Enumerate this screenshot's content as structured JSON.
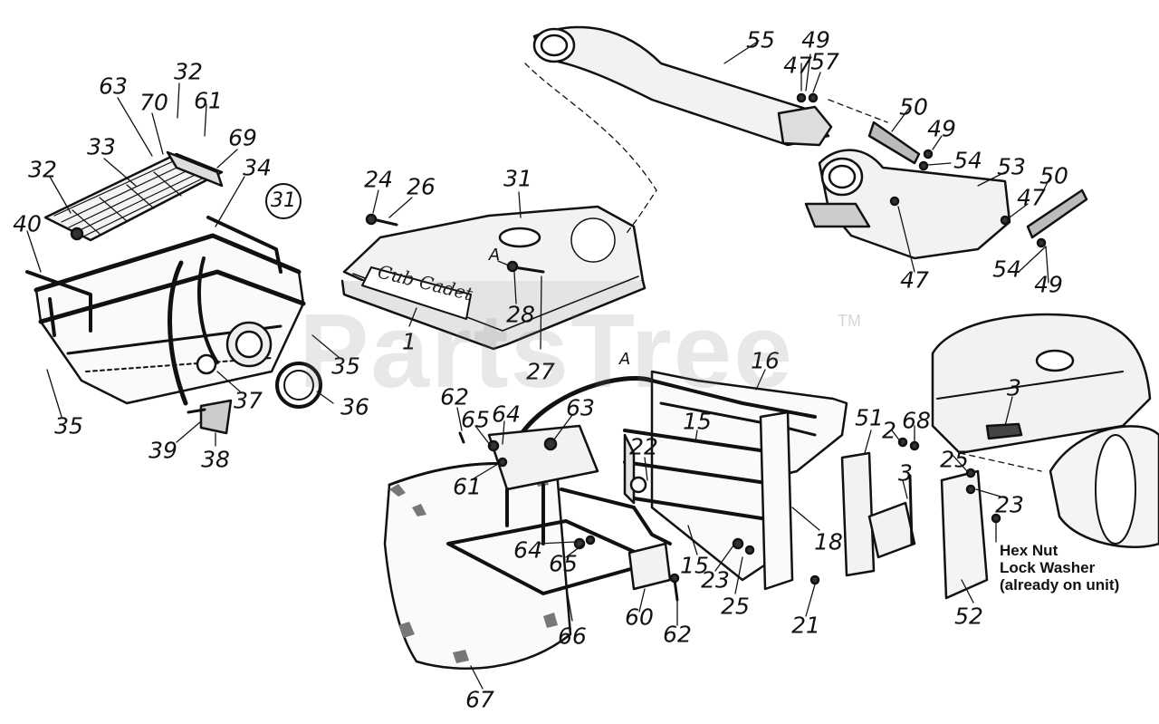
{
  "labels": {
    "l1": "1",
    "l2": "2",
    "l3a": "3",
    "l3b": "3",
    "l15a": "15",
    "l15b": "15",
    "l16": "16",
    "l18": "18",
    "l21": "21",
    "l22": "22",
    "l23a": "23",
    "l23b": "23",
    "l24": "24",
    "l25a": "25",
    "l25b": "25",
    "l26": "26",
    "l27": "27",
    "l28": "28",
    "l31": "31",
    "l31c": "31",
    "l32a": "32",
    "l32b": "32",
    "l33": "33",
    "l34": "34",
    "l35a": "35",
    "l35b": "35",
    "l36": "36",
    "l37": "37",
    "l38": "38",
    "l39": "39",
    "l40": "40",
    "l47a": "47",
    "l47b": "47",
    "l47c": "47",
    "l49a": "49",
    "l49b": "49",
    "l49c": "49",
    "l50a": "50",
    "l50b": "50",
    "l51": "51",
    "l52": "52",
    "l53": "53",
    "l54a": "54",
    "l54b": "54",
    "l55": "55",
    "l57": "57",
    "l60": "60",
    "l61a": "61",
    "l61b": "61",
    "l62a": "62",
    "l62b": "62",
    "l63a": "63",
    "l63b": "63",
    "l64a": "64",
    "l64b": "64",
    "l65a": "65",
    "l65b": "65",
    "l66": "66",
    "l67": "67",
    "l68": "68",
    "l69": "69",
    "l70": "70",
    "la1": "A",
    "la2": "A"
  },
  "note": {
    "line1": "Hex Nut",
    "line2": "Lock Washer",
    "line3": "(already on unit)"
  },
  "brand": "Cub Cadet",
  "watermark": {
    "text": "PartsTree",
    "tm": "TM"
  }
}
